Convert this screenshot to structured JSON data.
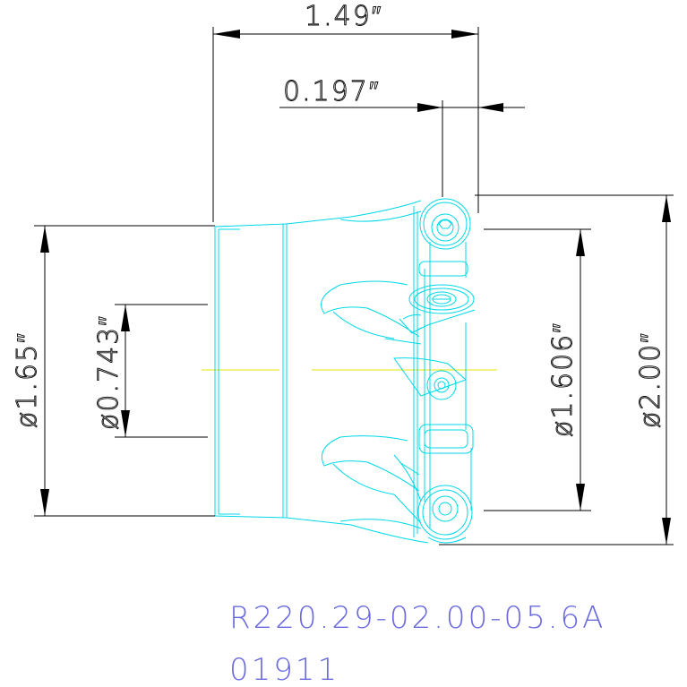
{
  "dimensions": {
    "overall_length": "1.49″",
    "insert_offset": "0.197″",
    "body_diameter": "ø1.65″",
    "bore_diameter": "ø0.743″",
    "insert_inner_diameter": "ø1.606″",
    "cutting_diameter": "ø2.00″"
  },
  "part_number": "R220.29-02.00-05.6A",
  "drawing_number": "01911",
  "colors": {
    "geometry": "#00d8e8",
    "centerline": "#e6e600",
    "dimension": "#000000",
    "label": "#6a6adf"
  }
}
